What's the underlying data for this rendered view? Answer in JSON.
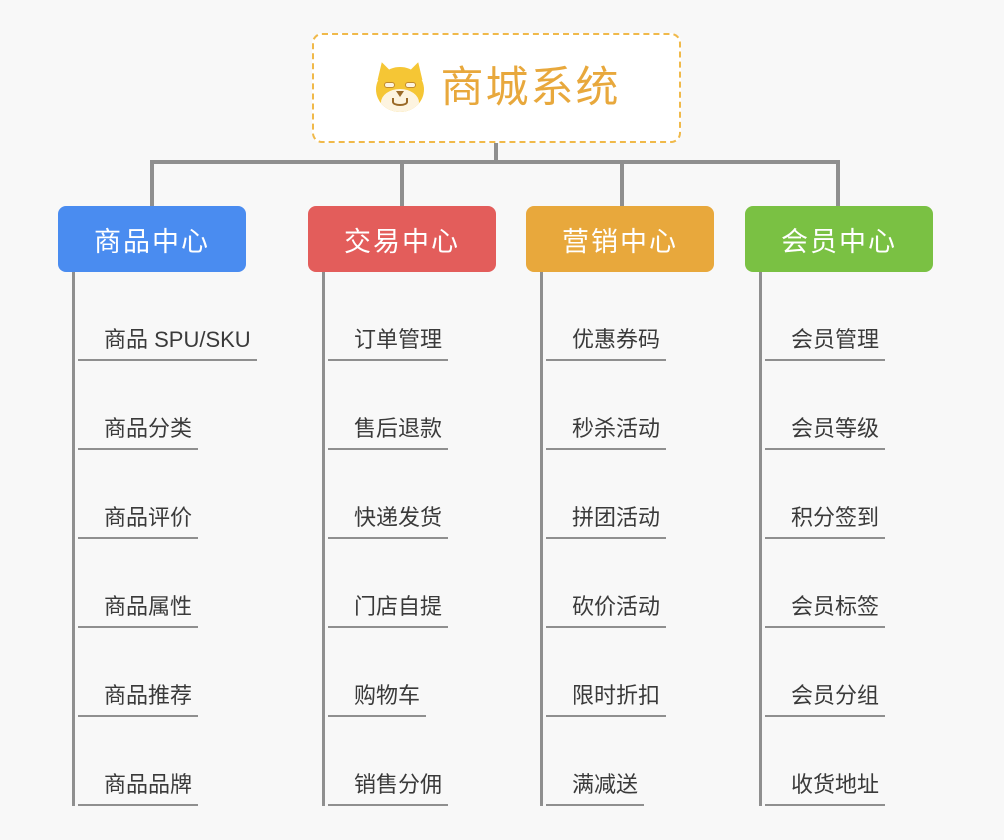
{
  "background_color": "#f8f8f8",
  "root": {
    "title": "商城系统",
    "icon": "shiba-dog-face-emoji",
    "text_color": "#e8a83c",
    "border_color": "#f0b94a",
    "background": "#ffffff"
  },
  "connector_color": "#8f8f8f",
  "branches": [
    {
      "name": "商品中心",
      "color": "#4a8cf0",
      "leaves": [
        "商品 SPU/SKU",
        "商品分类",
        "商品评价",
        "商品属性",
        "商品推荐",
        "商品品牌"
      ]
    },
    {
      "name": "交易中心",
      "color": "#e35d5b",
      "leaves": [
        "订单管理",
        "售后退款",
        "快递发货",
        "门店自提",
        "购物车",
        "销售分佣"
      ]
    },
    {
      "name": "营销中心",
      "color": "#e8a83c",
      "leaves": [
        "优惠券码",
        "秒杀活动",
        "拼团活动",
        "砍价活动",
        "限时折扣",
        "满减送"
      ]
    },
    {
      "name": "会员中心",
      "color": "#7ac143",
      "leaves": [
        "会员管理",
        "会员等级",
        "积分签到",
        "会员标签",
        "会员分组",
        "收货地址"
      ]
    }
  ]
}
